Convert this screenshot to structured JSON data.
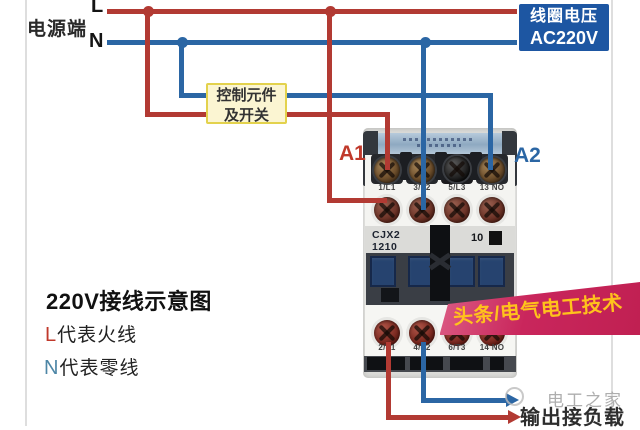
{
  "source": {
    "label_power_side": "电源端",
    "label_l": "L",
    "label_n": "N"
  },
  "coil_box": {
    "line1": "线圈电压",
    "line2": "AC220V"
  },
  "control_box": {
    "line1": "控制元件",
    "line2": "及开关"
  },
  "coil_terminals": {
    "a1": "A1",
    "a2": "A2"
  },
  "contactor": {
    "model_line1": "CJX2",
    "model_line2": "1210",
    "aux_code": "10",
    "top_terminals": [
      "1/L1",
      "3/L2",
      "5/L3",
      "13 NO"
    ],
    "bottom_terminals": [
      "2/T1",
      "4/T2",
      "6/T3",
      "14 NO"
    ]
  },
  "legend": {
    "title": "220V接线示意图",
    "l_prefix": "L",
    "l_text": "代表火线",
    "n_prefix": "N",
    "n_text": "代表零线"
  },
  "banner": {
    "text": "头条/电气电工技术"
  },
  "watermark": {
    "text": "电工之家"
  },
  "output": {
    "label": "输出接负载"
  },
  "colors": {
    "live_wire": "#b23a33",
    "neutral_wire": "#2b66a4",
    "banner_bg": "#c9265c",
    "banner_text": "#ffc21c",
    "coil_box_bg": "#1d56a2",
    "control_box_bg": "#fbf5d2",
    "control_box_border": "#e3d24d"
  }
}
